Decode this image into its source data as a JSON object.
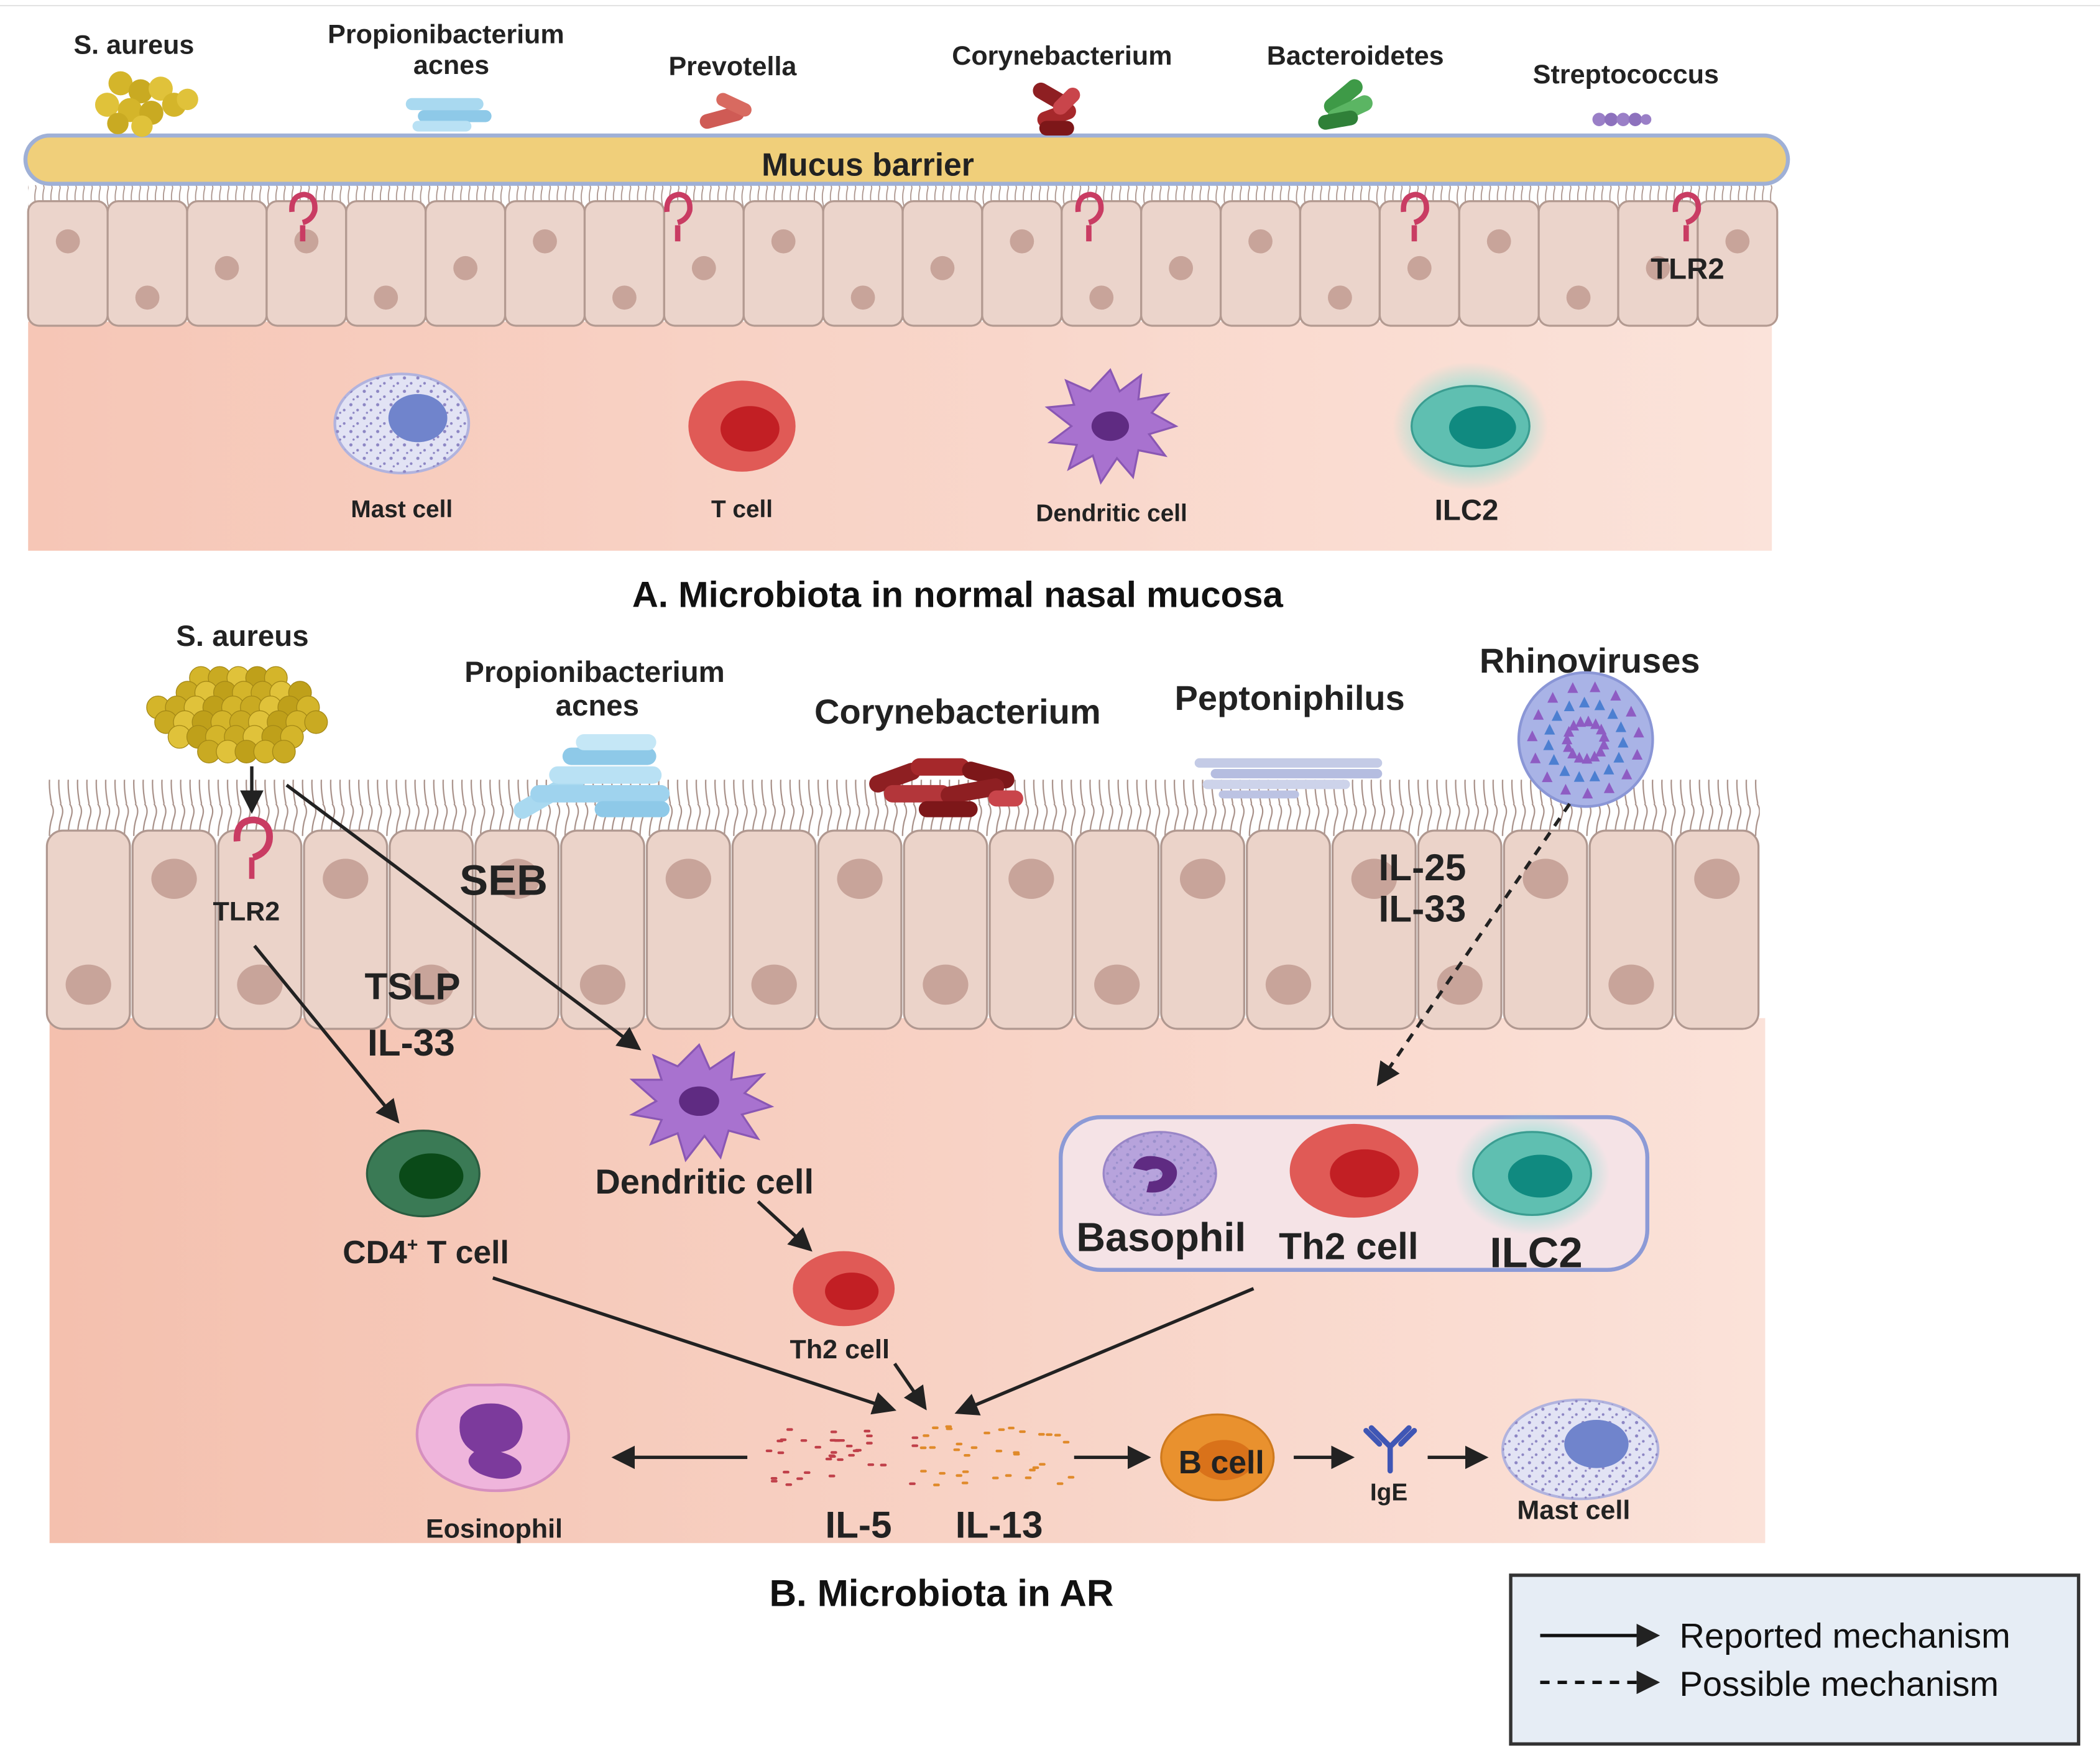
{
  "panel_a": {
    "title": "A. Microbiota in normal nasal mucosa",
    "microbes": [
      "S. aureus",
      "Propionibacterium",
      "acnes",
      "Prevotella",
      "Corynebacterium",
      "Bacteroidetes",
      "Streptococcus"
    ],
    "mucus_label": "Mucus barrier",
    "receptor_label": "TLR2",
    "cells": [
      "Mast cell",
      "T  cell",
      "Dendritic cell",
      "ILC2"
    ]
  },
  "panel_b": {
    "title": "B. Microbiota in AR",
    "microbes": [
      "S. aureus",
      "Propionibacterium",
      "acnes",
      "Corynebacterium",
      "Peptoniphilus",
      "Rhinoviruses"
    ],
    "receptor_label": "TLR2",
    "factors": {
      "seb": "SEB",
      "tslp": "TSLP",
      "il33_left": "IL-33",
      "il25": "IL-25",
      "il33_right": "IL-33"
    },
    "cells": {
      "cd4": "CD4",
      "cd4_sup": "+",
      "cd4_rest": " T cell",
      "dendritic": "Dendritic cell",
      "th2_small": "Th2 cell",
      "basophil": "Basophil",
      "th2_box": "Th2 cell",
      "ilc2": "ILC2",
      "eosinophil": "Eosinophil",
      "b_cell": "B cell",
      "ige": "IgE",
      "mast": "Mast cell"
    },
    "cytokines": [
      "IL-5",
      "IL-13"
    ]
  },
  "legend": {
    "reported": "Reported mechanism",
    "possible": "Possible mechanism"
  },
  "colors": {
    "mucus": "#f0cf7a",
    "epithelium": "#e8cfc6",
    "lamina_propria": "#f6cbbd",
    "s_aureus": "#d4b52a",
    "th2": "#d94545",
    "dendritic": "#9e6fc6",
    "ilc2": "#2aa392",
    "cd4": "#2f6a46",
    "b_cell": "#e9912e"
  }
}
